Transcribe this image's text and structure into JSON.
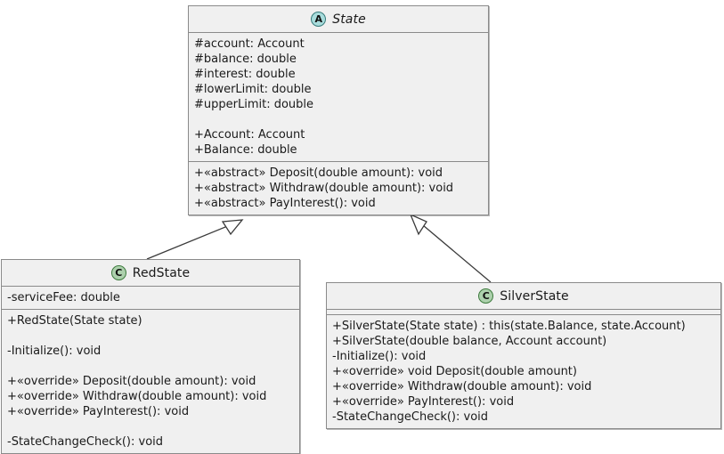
{
  "diagram": {
    "kind": "uml-class-diagram",
    "background_color": "#ffffff",
    "box_fill_color": "#f0f0f0",
    "box_border_color": "#8a8a8a",
    "abstract_marker_color": "#a8dcdc",
    "class_marker_color": "#add1ad"
  },
  "classes": {
    "state": {
      "name": "State",
      "marker_letter": "A",
      "marker_kind": "abstract-class-marker",
      "attributes": [
        "#account: Account",
        "#balance: double",
        "#interest: double",
        "#lowerLimit: double",
        "#upperLimit: double",
        "",
        "+Account: Account",
        "+Balance: double"
      ],
      "methods": [
        "+«abstract» Deposit(double amount): void",
        "+«abstract» Withdraw(double amount): void",
        "+«abstract» PayInterest(): void"
      ]
    },
    "redstate": {
      "name": "RedState",
      "marker_letter": "C",
      "marker_kind": "class-marker",
      "attributes": [
        "-serviceFee: double"
      ],
      "methods": [
        "+RedState(State state)",
        "",
        "-Initialize(): void",
        "",
        "+«override» Deposit(double amount): void",
        "+«override» Withdraw(double amount): void",
        "+«override» PayInterest(): void",
        "",
        "-StateChangeCheck(): void"
      ]
    },
    "silverstate": {
      "name": "SilverState",
      "marker_letter": "C",
      "marker_kind": "class-marker",
      "attributes": [],
      "methods": [
        "+SilverState(State state) : this(state.Balance, state.Account)",
        "+SilverState(double balance, Account account)",
        "-Initialize(): void",
        "+«override» void Deposit(double amount)",
        "+«override» Withdraw(double amount): void",
        "+«override» PayInterest(): void",
        "-StateChangeCheck(): void"
      ]
    }
  },
  "relationships": [
    {
      "type": "generalization",
      "from": "RedState",
      "to": "State",
      "arrow": "hollow-triangle"
    },
    {
      "type": "generalization",
      "from": "SilverState",
      "to": "State",
      "arrow": "hollow-triangle"
    }
  ]
}
